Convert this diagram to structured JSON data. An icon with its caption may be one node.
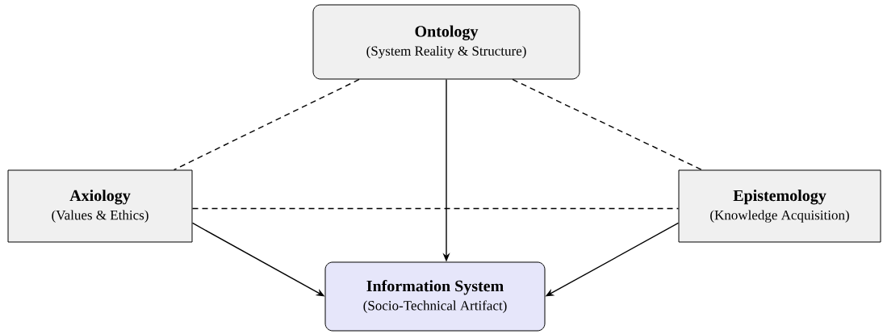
{
  "diagram": {
    "nodes": [
      {
        "text": [
          "Ontology",
          "(System Reality & Structure)"
        ]
      },
      {
        "text": [
          "Axiology",
          "(Values & Ethics)"
        ]
      },
      {
        "text": [
          "Epistemology",
          "(Knowledge Acquisition)"
        ]
      },
      {
        "text": [
          "Information System",
          "(Socio-Technical Artifact)"
        ]
      }
    ],
    "edges": [
      {
        "from": 0,
        "to": 1,
        "arrow": "none",
        "style": "dashed"
      },
      {
        "from": 0,
        "to": 2,
        "arrow": "none",
        "style": "dashed"
      },
      {
        "from": 1,
        "to": 2,
        "arrow": "none",
        "style": "dashed"
      },
      {
        "from": 0,
        "to": 3,
        "arrow": "to"
      },
      {
        "from": 1,
        "to": 3,
        "arrow": "to"
      },
      {
        "from": 2,
        "to": 3,
        "arrow": "to"
      }
    ]
  }
}
